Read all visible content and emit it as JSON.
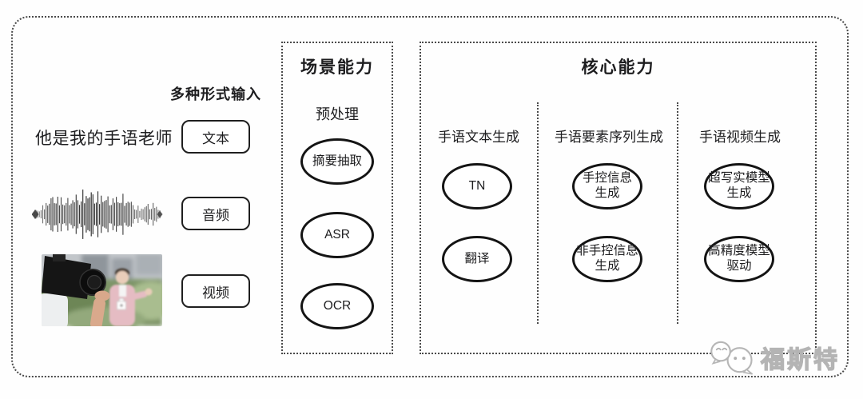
{
  "colors": {
    "ink": "#1d1d1f",
    "border_dotted": "#4a4a4a",
    "node_stroke": "#141414",
    "watermark_gray": "#b4b4b4",
    "background": "#ffffff"
  },
  "input": {
    "label": "多种形式输入",
    "text_sample": "他是我的手语老师",
    "boxes": [
      {
        "label": "文本"
      },
      {
        "label": "音频"
      },
      {
        "label": "视频"
      }
    ]
  },
  "scene_panel": {
    "title": "场景能力",
    "subtitle": "预处理",
    "nodes": [
      {
        "line1": "摘要抽取"
      },
      {
        "line1": "ASR"
      },
      {
        "line1": "OCR"
      }
    ]
  },
  "core_panel": {
    "title": "核心能力",
    "columns": [
      {
        "title": "手语文本生成",
        "nodes": [
          {
            "line1": "TN"
          },
          {
            "line1": "翻译"
          }
        ]
      },
      {
        "title": "手语要素序列生成",
        "nodes": [
          {
            "line1": "手控信息",
            "line2": "生成"
          },
          {
            "line1": "非手控信息",
            "line2": "生成"
          }
        ]
      },
      {
        "title": "手语视频生成",
        "nodes": [
          {
            "line1": "超写实模型",
            "line2": "生成"
          },
          {
            "line1": "高精度模型",
            "line2": "驱动"
          }
        ]
      }
    ]
  },
  "watermark": {
    "text": "福斯特"
  }
}
